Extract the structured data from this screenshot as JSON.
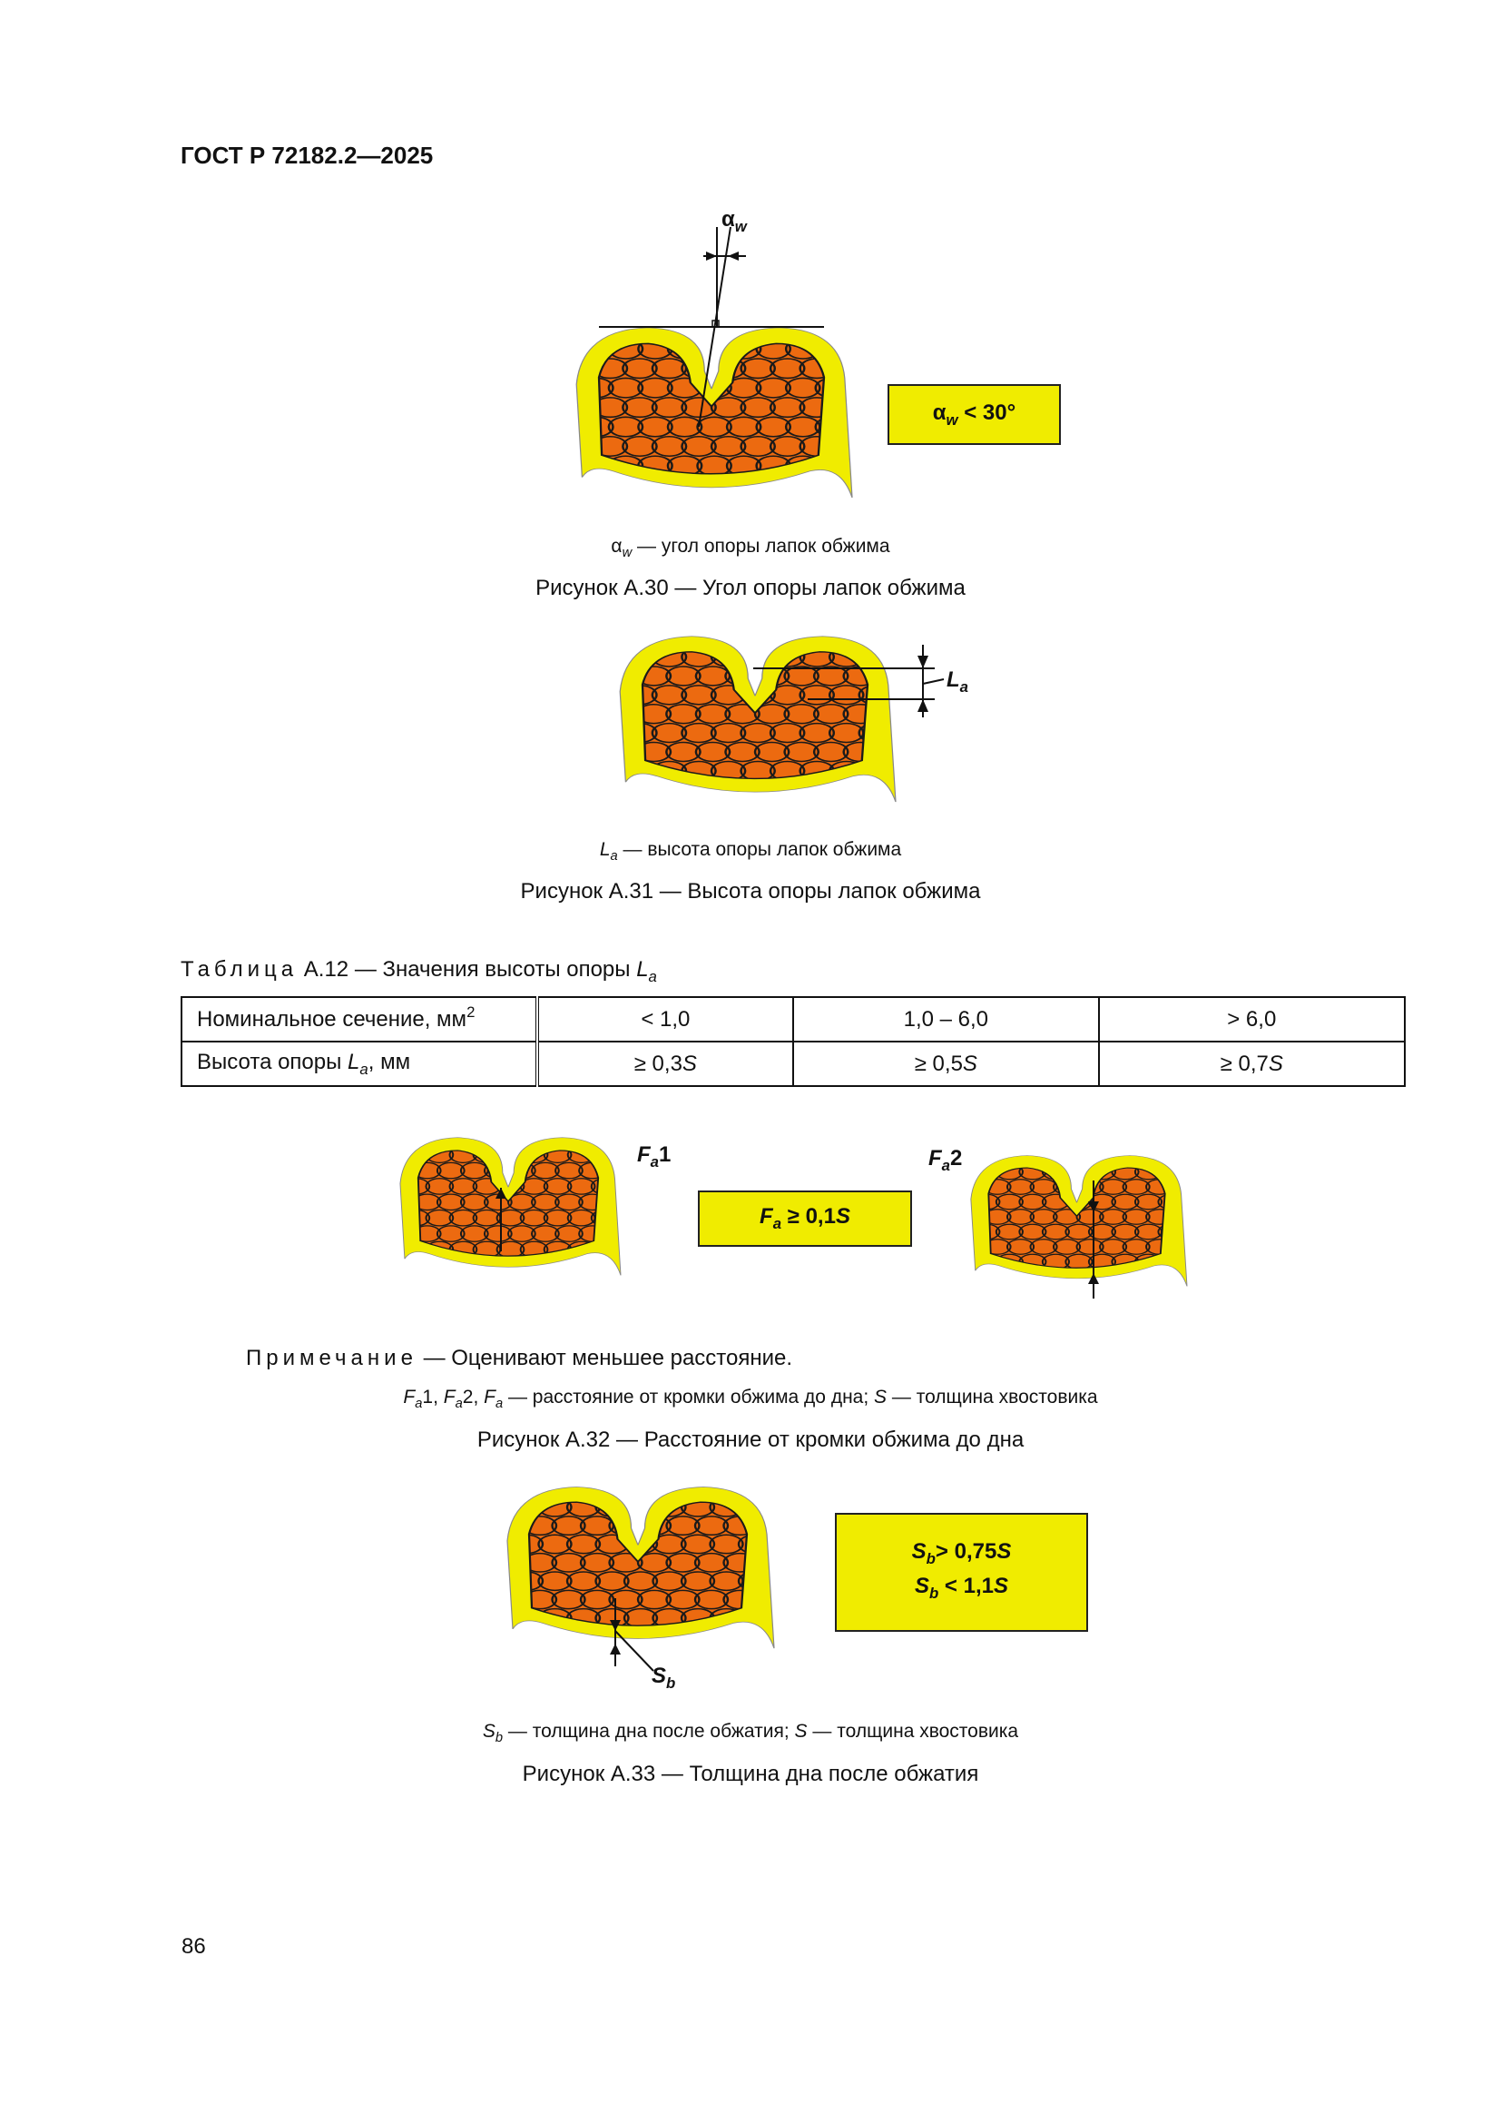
{
  "header": {
    "doc_id": "ГОСТ Р 72182.2—2025"
  },
  "figure_a30": {
    "angle_symbol": "α",
    "angle_sub": "w",
    "condition_box": {
      "symbol": "α",
      "sub": "w",
      "rest": " < 30°"
    },
    "legend": {
      "symbol": "α",
      "sub": "w",
      "text": " — угол опоры лапок обжима"
    },
    "caption": "Рисунок А.30 — Угол опоры лапок обжима"
  },
  "figure_a31": {
    "label": "L",
    "label_sub": "a",
    "legend": {
      "symbol": "L",
      "sub": "a",
      "text": " — высота опоры лапок обжима"
    },
    "caption": "Рисунок А.31 — Высота опоры лапок обжима"
  },
  "table_a12": {
    "title_prefix": "Таблица",
    "title_text": " А.12 — Значения высоты опоры ",
    "title_symbol": "L",
    "title_sub": "a",
    "rows": [
      {
        "label": "Номинальное сечение, мм",
        "label_sup": "2",
        "values": [
          "< 1,0",
          "1,0 – 6,0",
          "> 6,0"
        ]
      },
      {
        "label": "Высота опоры ",
        "label_symbol": "L",
        "label_sub": "a",
        "label_suffix": ", мм",
        "values": [
          "≥ 0,3",
          "≥ 0,5",
          "≥ 0,7"
        ],
        "value_unit": "S"
      }
    ]
  },
  "figure_a32": {
    "label1": {
      "symbol": "F",
      "sub": "a",
      "num": "1"
    },
    "label2": {
      "symbol": "F",
      "sub": "a",
      "num": "2"
    },
    "condition_box": {
      "symbol": "F",
      "sub": "a",
      "rest": " ≥ 0,1",
      "unit": "S"
    },
    "note_prefix": "Примечание",
    "note_text": " — Оценивают меньшее расстояние.",
    "legend_text": "F_a1, F_a2, F_a — расстояние от кромки обжима до дна; S — толщина хвостовика",
    "legend": {
      "f": "F",
      "a": "a",
      "n1": "1, ",
      "n2": "2, ",
      "rest1": " — расстояние от кромки обжима до дна; ",
      "s": "S",
      "rest2": " — толщина хвостовика"
    },
    "caption": "Рисунок А.32 — Расстояние от кромки обжима до дна"
  },
  "figure_a33": {
    "label": "S",
    "label_sub": "b",
    "condition_box": {
      "line1": {
        "symbol": "S",
        "sub": "b",
        "rest": "> 0,75",
        "unit": "S"
      },
      "line2": {
        "symbol": "S",
        "sub": "b",
        "rest": " < 1,1",
        "unit": "S"
      }
    },
    "legend": {
      "s": "S",
      "b": "b",
      "rest1": " — толщина дна после обжатия; ",
      "s2": "S",
      "rest2": " — толщина хвостовика"
    },
    "caption": "Рисунок А.33 — Толщина дна после обжатия"
  },
  "page_number": "86",
  "colors": {
    "insulation": "#f0ec00",
    "conductor": "#ec6a10",
    "outline": "#1a1a1a"
  }
}
